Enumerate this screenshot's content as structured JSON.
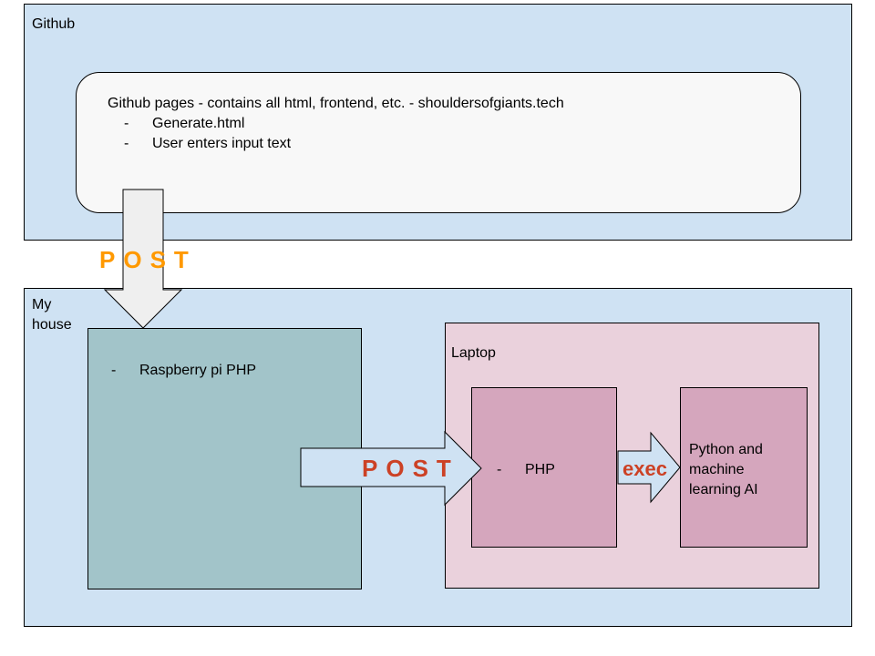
{
  "github": {
    "label": "Github",
    "pages_box": {
      "title": "Github pages - contains all html, frontend, etc. - shouldersofgiants.tech",
      "bullet": "-",
      "items": [
        "Generate.html",
        "User enters input text"
      ]
    }
  },
  "house": {
    "label": "My house",
    "raspberry": {
      "bullet": "-",
      "label": "Raspberry pi PHP"
    },
    "laptop": {
      "label": "Laptop",
      "php": {
        "bullet": "-",
        "label": "PHP"
      },
      "ai": {
        "label": "Python and machine learning AI"
      }
    }
  },
  "arrows": {
    "top_label": "POST",
    "middle_label": "POST",
    "exec_label": "exec"
  },
  "colors": {
    "panel_blue": "#cfe2f3",
    "pages_box": "#f8f8f8",
    "raspberry_box": "#a2c4c9",
    "laptop_box": "#ead1dc",
    "inner_box": "#d5a6bd",
    "arrow_down": "#efefef",
    "arrow_right": "#cfe2f3",
    "post_top": "#ff9900",
    "post_red": "#cc4125"
  }
}
